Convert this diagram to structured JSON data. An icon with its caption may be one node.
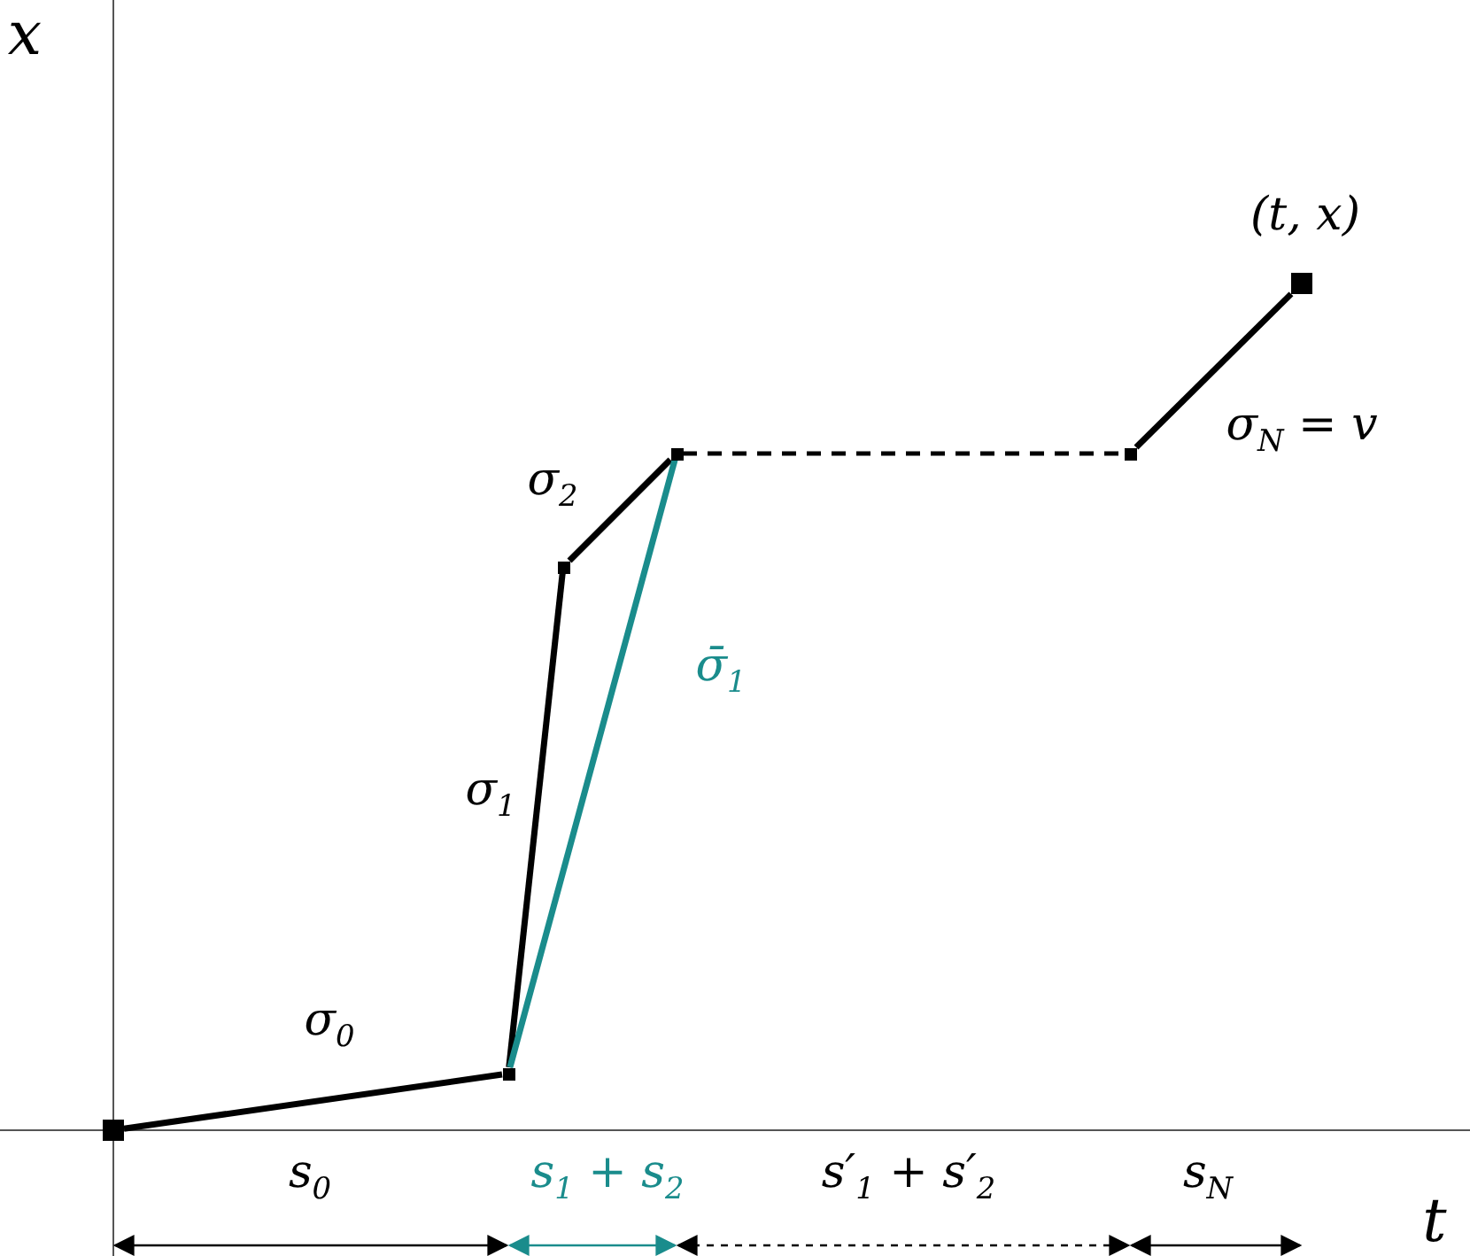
{
  "diagram": {
    "nodes": [
      {
        "text": [],
        "shape": "box"
      },
      {
        "text": [],
        "shape": "box"
      },
      {
        "text": [],
        "shape": "box"
      },
      {
        "text": [],
        "shape": "box"
      },
      {
        "text": [],
        "shape": "box"
      },
      {
        "text": [],
        "shape": "box",
        "beside": [
          "(t, x)"
        ]
      }
    ],
    "edges": [
      {
        "from": 0,
        "to": 1,
        "arrow": "none",
        "label": "σ$_{0}$"
      },
      {
        "from": 1,
        "to": 2,
        "arrow": "none",
        "label": "σ$_{1}$"
      },
      {
        "from": 2,
        "to": 3,
        "arrow": "none",
        "label": "σ$_{2}$"
      },
      {
        "from": 1,
        "to": 3,
        "arrow": "none",
        "label": "σ̄$_{1}$",
        "color": "#1a8c8c"
      },
      {
        "from": 3,
        "to": 4,
        "arrow": "none",
        "style": "dashed"
      },
      {
        "from": 4,
        "to": 5,
        "arrow": "none",
        "label": "σ$_{N}$ = v"
      }
    ],
    "labels": [
      "x",
      "t",
      "s$_{0}$",
      "s$_{1}$ + s$_{2}$",
      "s′$_{1}$ + s′$_{2}$",
      "s$_{N}$"
    ]
  }
}
